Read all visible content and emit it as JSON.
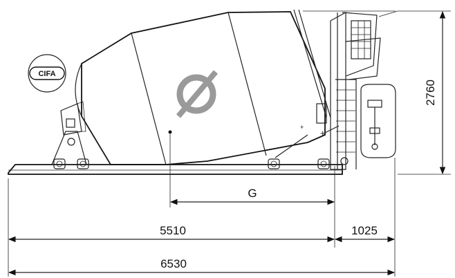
{
  "logo": {
    "text": "CIFA"
  },
  "dimensions": {
    "height": "2760",
    "g": "G",
    "drum_length": "5510",
    "rear_length": "1025",
    "total_length": "6530"
  }
}
